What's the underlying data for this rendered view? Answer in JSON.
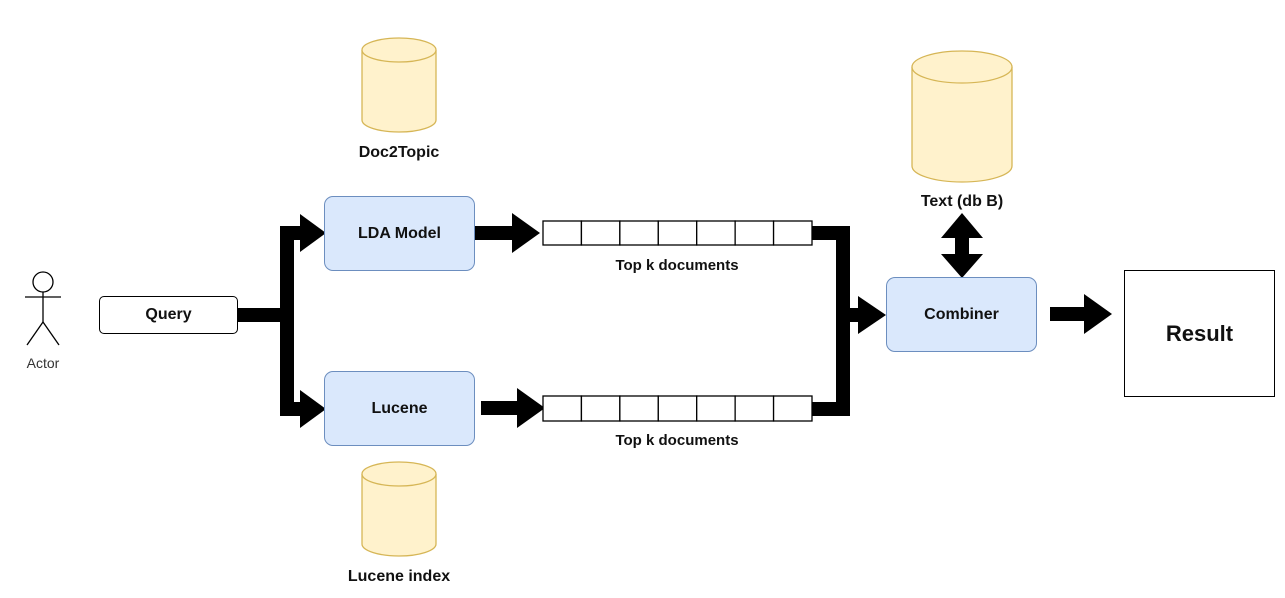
{
  "actor": {
    "label": "Actor"
  },
  "query": {
    "label": "Query"
  },
  "lda": {
    "label": "LDA Model"
  },
  "lucene": {
    "label": "Lucene"
  },
  "combiner": {
    "label": "Combiner"
  },
  "result": {
    "label": "Result"
  },
  "stores": {
    "doc2topic": "Doc2Topic",
    "lucene_index": "Lucene index",
    "text_db": "Text (db B)"
  },
  "lists": {
    "top": {
      "label": "Top k documents",
      "cells": 7
    },
    "bottom": {
      "label": "Top k documents",
      "cells": 7
    }
  },
  "colors": {
    "process_fill": "#dae8fc",
    "process_stroke": "#6c8ebf",
    "store_fill": "#fff2cc",
    "store_stroke": "#d6b656",
    "arrow": "#000000"
  }
}
